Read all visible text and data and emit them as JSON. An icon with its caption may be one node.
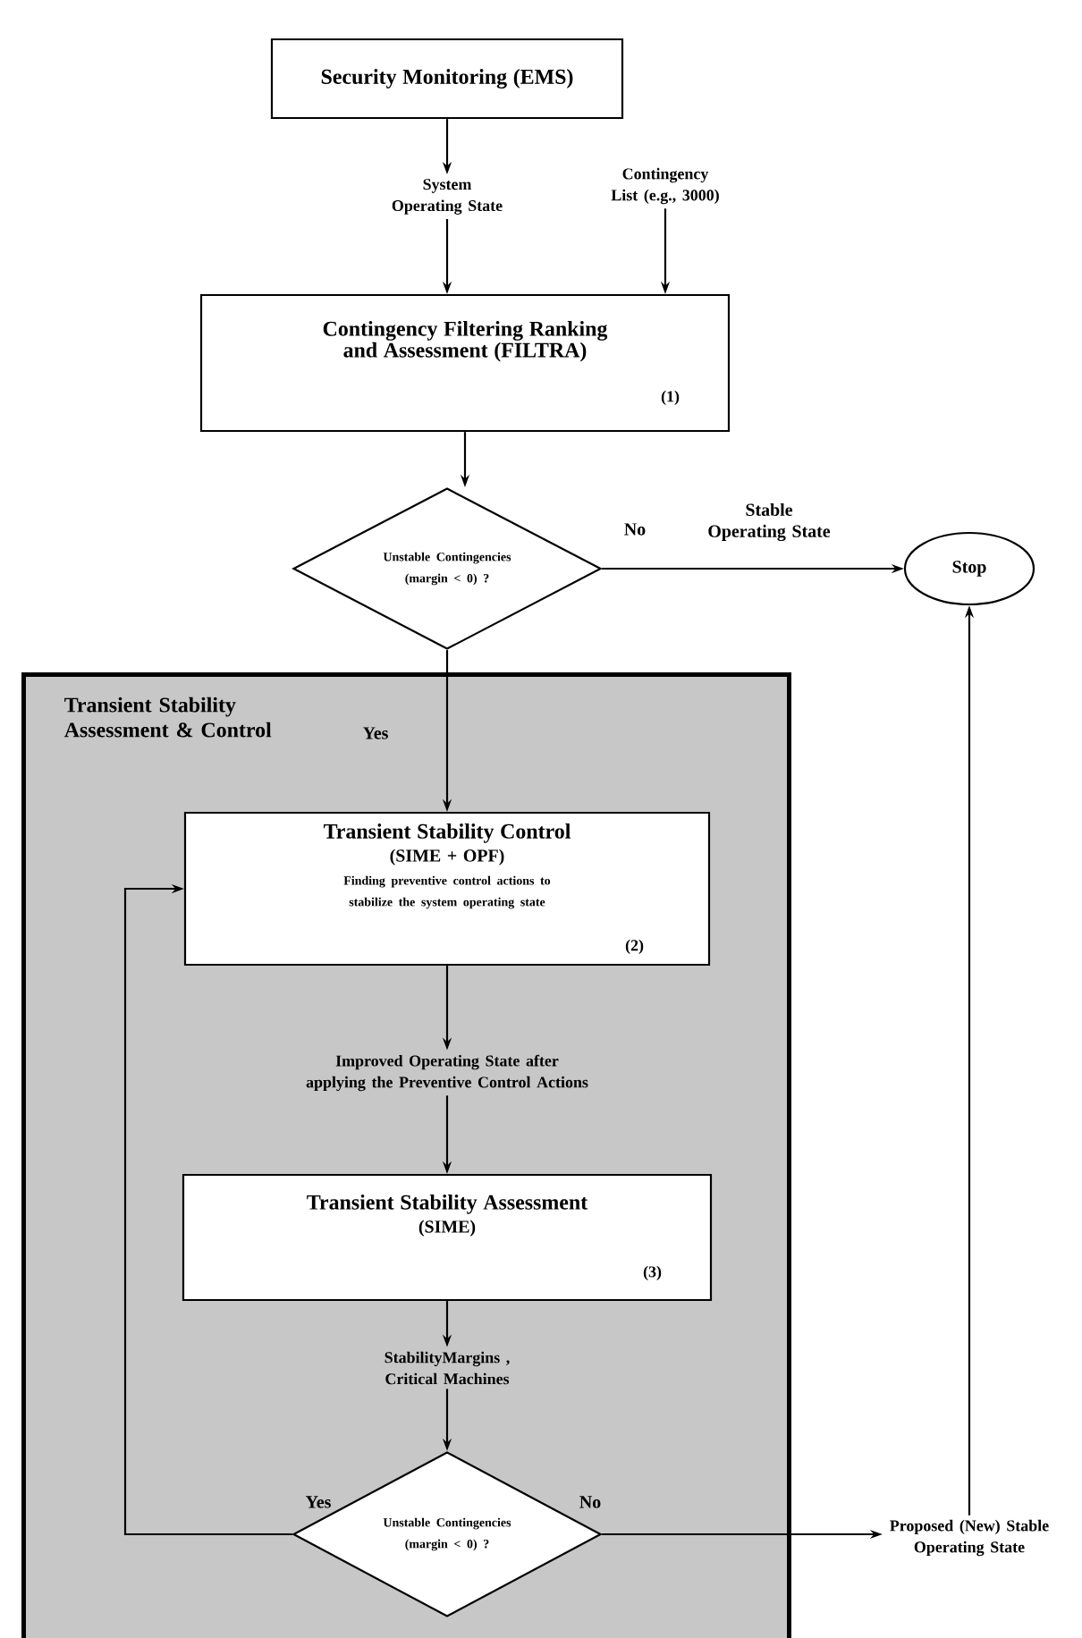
{
  "diagram": {
    "nodes": [
      {
        "text": [
          "Security Monitoring (EMS)"
        ]
      },
      {
        "text": [
          "System Operating State"
        ]
      },
      {
        "text": [
          "Contingency List (e.g., 3000)"
        ]
      },
      {
        "text": [
          "Contingency Filtering Ranking and Assessment (FILTRA)",
          "(1)"
        ]
      },
      {
        "text": [
          "Unstable Contingencies (margin < 0) ?"
        ]
      },
      {
        "text": [
          "Stop"
        ]
      },
      {
        "text": [
          "Transient Stability Assessment & Control"
        ]
      },
      {
        "text": [
          "Transient Stability Control",
          "(SIME + OPF)",
          "Finding preventive control actions to stabilize the system operating  state",
          "(2)"
        ],
        "in": 6
      },
      {
        "text": [
          "Improved Operating State after applying the Preventive Control Actions"
        ],
        "in": 6
      },
      {
        "text": [
          "Transient Stability Assessment",
          "(SIME)",
          "(3)"
        ],
        "in": 6
      },
      {
        "text": [
          "StabilityMargins , Critical Machines"
        ],
        "in": 6
      },
      {
        "text": [
          "Unstable Contingencies (margin < 0) ?"
        ],
        "in": 6
      },
      {
        "text": [
          "Proposed (New) Stable Operating State"
        ]
      }
    ],
    "edges": [
      {
        "from": 0,
        "to": 1,
        "arrow": "to"
      },
      {
        "from": 1,
        "to": 3,
        "arrow": "to"
      },
      {
        "from": 2,
        "to": 3,
        "arrow": "to"
      },
      {
        "from": 3,
        "to": 4,
        "arrow": "to"
      },
      {
        "from": 4,
        "to": 5,
        "arrow": "to",
        "label": "No"
      },
      {
        "from": 4,
        "to": 7,
        "arrow": "to",
        "label": "Yes"
      },
      {
        "from": 7,
        "to": 8,
        "arrow": "to"
      },
      {
        "from": 8,
        "to": 9,
        "arrow": "to"
      },
      {
        "from": 9,
        "to": 10,
        "arrow": "to"
      },
      {
        "from": 10,
        "to": 11,
        "arrow": "to"
      },
      {
        "from": 11,
        "to": 7,
        "arrow": "to",
        "label": "Yes"
      },
      {
        "from": 11,
        "to": 12,
        "arrow": "to",
        "label": "No"
      },
      {
        "from": 12,
        "to": 5,
        "arrow": "to"
      }
    ],
    "labels": [
      "Stable Operating State"
    ]
  }
}
